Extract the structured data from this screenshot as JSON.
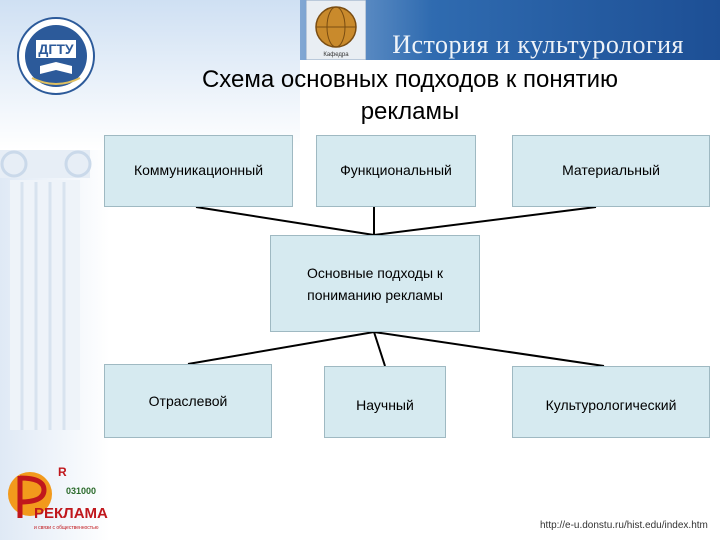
{
  "header": {
    "title": "История и культурология",
    "logo_left_text": "ДГТУ",
    "emblem_text": "Кафедра"
  },
  "slide": {
    "title": "Схема основных подходов к понятию рекламы"
  },
  "diagram": {
    "top": [
      "Коммуникационный",
      "Функциональный",
      "Материальный"
    ],
    "center": "Основные подходы к пониманию рекламы",
    "bottom": [
      "Отраслевой",
      "Научный",
      "Культурологический"
    ]
  },
  "footer": {
    "logo_top": "R",
    "logo_code": "031000",
    "logo_main": "РЕКЛАМА",
    "logo_sub": "и связи с общественностью",
    "url": "http://e-u.donstu.ru/hist.edu/index.htm"
  },
  "colors": {
    "box_fill": "#d6eaf0",
    "box_border": "#9fb9c2",
    "header_blue": "#1d4f95"
  }
}
